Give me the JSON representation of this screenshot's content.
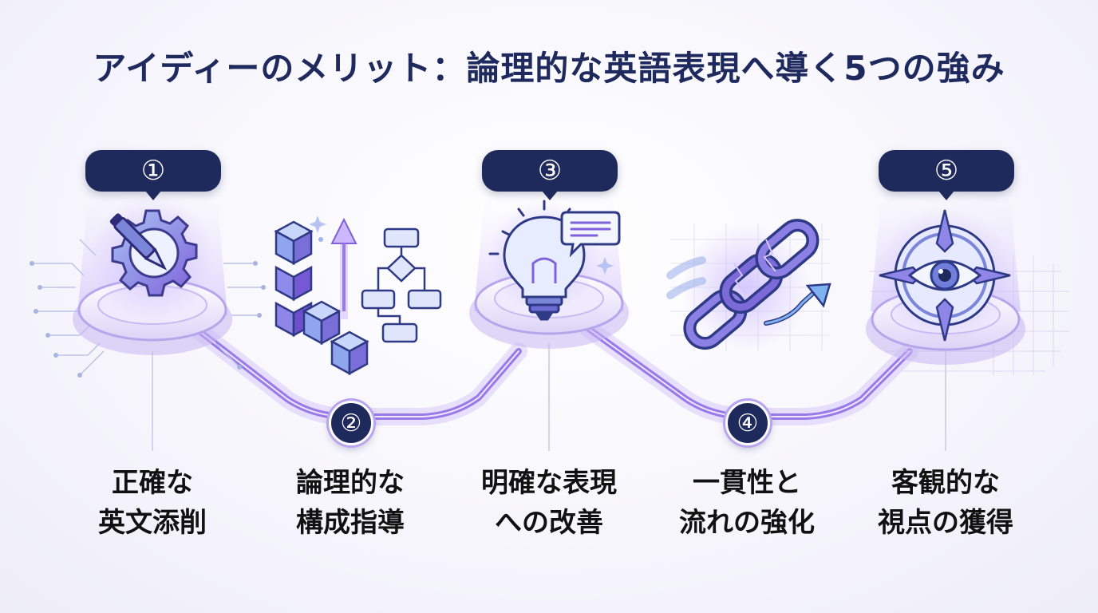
{
  "title": "アイディーのメリット：論理的な英語表現へ導く5つの強み",
  "accent": "#8a63e6",
  "navy": "#1f2a5c",
  "steps": [
    {
      "number": "①",
      "line1": "正確な",
      "line2": "英文添削",
      "icon": "gear-pen-icon"
    },
    {
      "number": "②",
      "line1": "論理的な",
      "line2": "構成指導",
      "icon": "blocks-flowchart-icon"
    },
    {
      "number": "③",
      "line1": "明確な表現",
      "line2": "への改善",
      "icon": "lightbulb-speech-icon"
    },
    {
      "number": "④",
      "line1": "一貫性と",
      "line2": "流れの強化",
      "icon": "chain-arrow-icon"
    },
    {
      "number": "⑤",
      "line1": "客観的な",
      "line2": "視点の獲得",
      "icon": "compass-eye-icon"
    }
  ]
}
